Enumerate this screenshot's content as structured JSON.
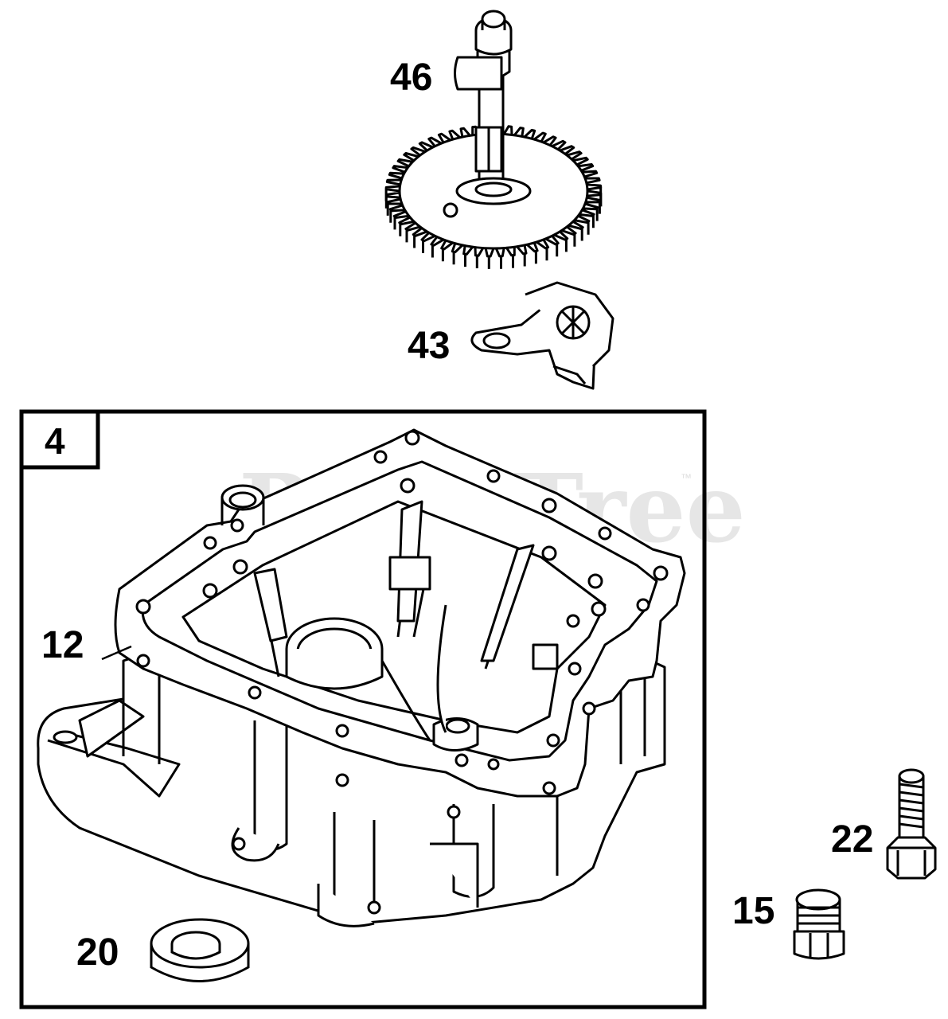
{
  "watermark": {
    "text": "PartsTree",
    "tm": "™"
  },
  "callouts": {
    "box_label": "4",
    "camshaft": "46",
    "governor": "43",
    "gasket": "12",
    "seal": "20",
    "bolt": "22",
    "plug": "15"
  }
}
